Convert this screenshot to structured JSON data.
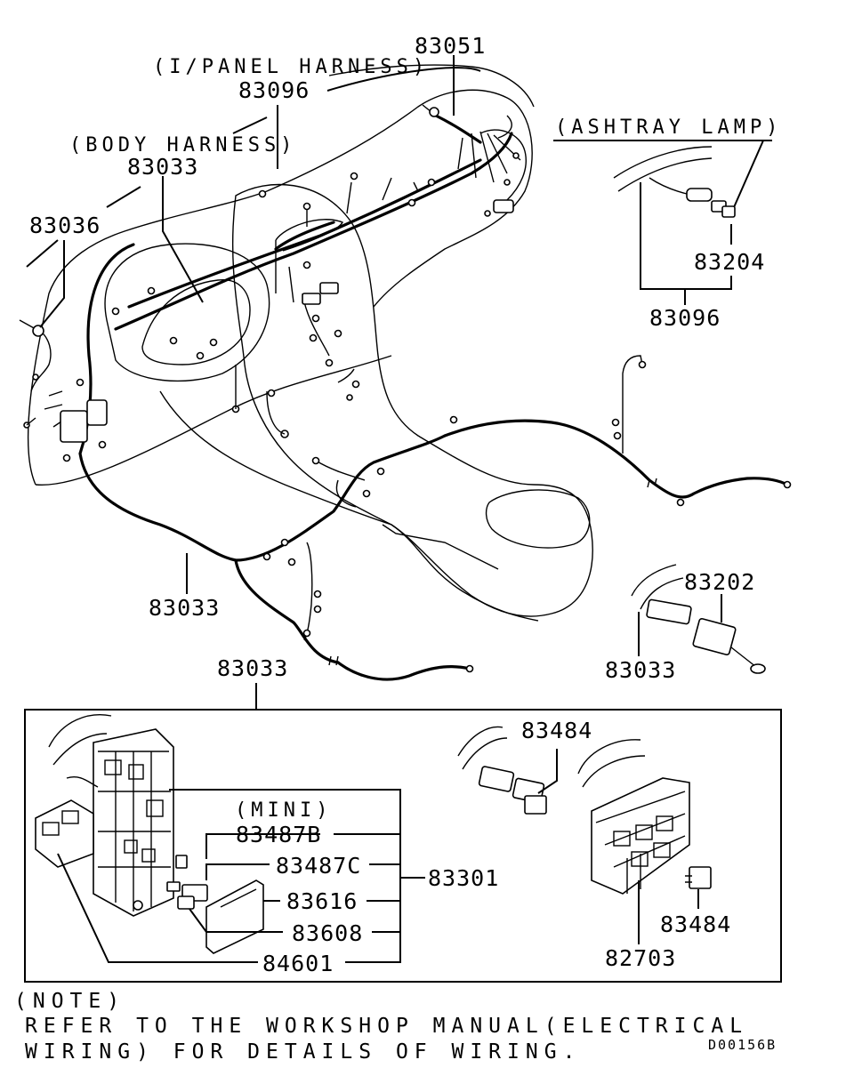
{
  "labels": {
    "p83051": "83051",
    "i_panel_harness": "(I/PANEL HARNESS)",
    "p83096_top": "83096",
    "body_harness": "(BODY HARNESS)",
    "p83033_top": "83033",
    "p83036": "83036",
    "ashtray_lamp": "(ASHTRAY LAMP)",
    "p83204": "83204",
    "p83096_right": "83096",
    "p83033_floor": "83033",
    "p83202": "83202",
    "p83033_right": "83033",
    "p83033_box": "83033",
    "p83484_a": "83484",
    "mini": "(MINI)",
    "p83487B": "83487B",
    "p83487C": "83487C",
    "p83301": "83301",
    "p83616": "83616",
    "p83608": "83608",
    "p84601": "84601",
    "p83484_b": "83484",
    "p82703": "82703"
  },
  "note": {
    "title": "(NOTE)",
    "line1": "REFER TO THE WORKSHOP MANUAL(ELECTRICAL",
    "line2": "WIRING) FOR DETAILS OF WIRING."
  },
  "diagram_code": "D00156B"
}
